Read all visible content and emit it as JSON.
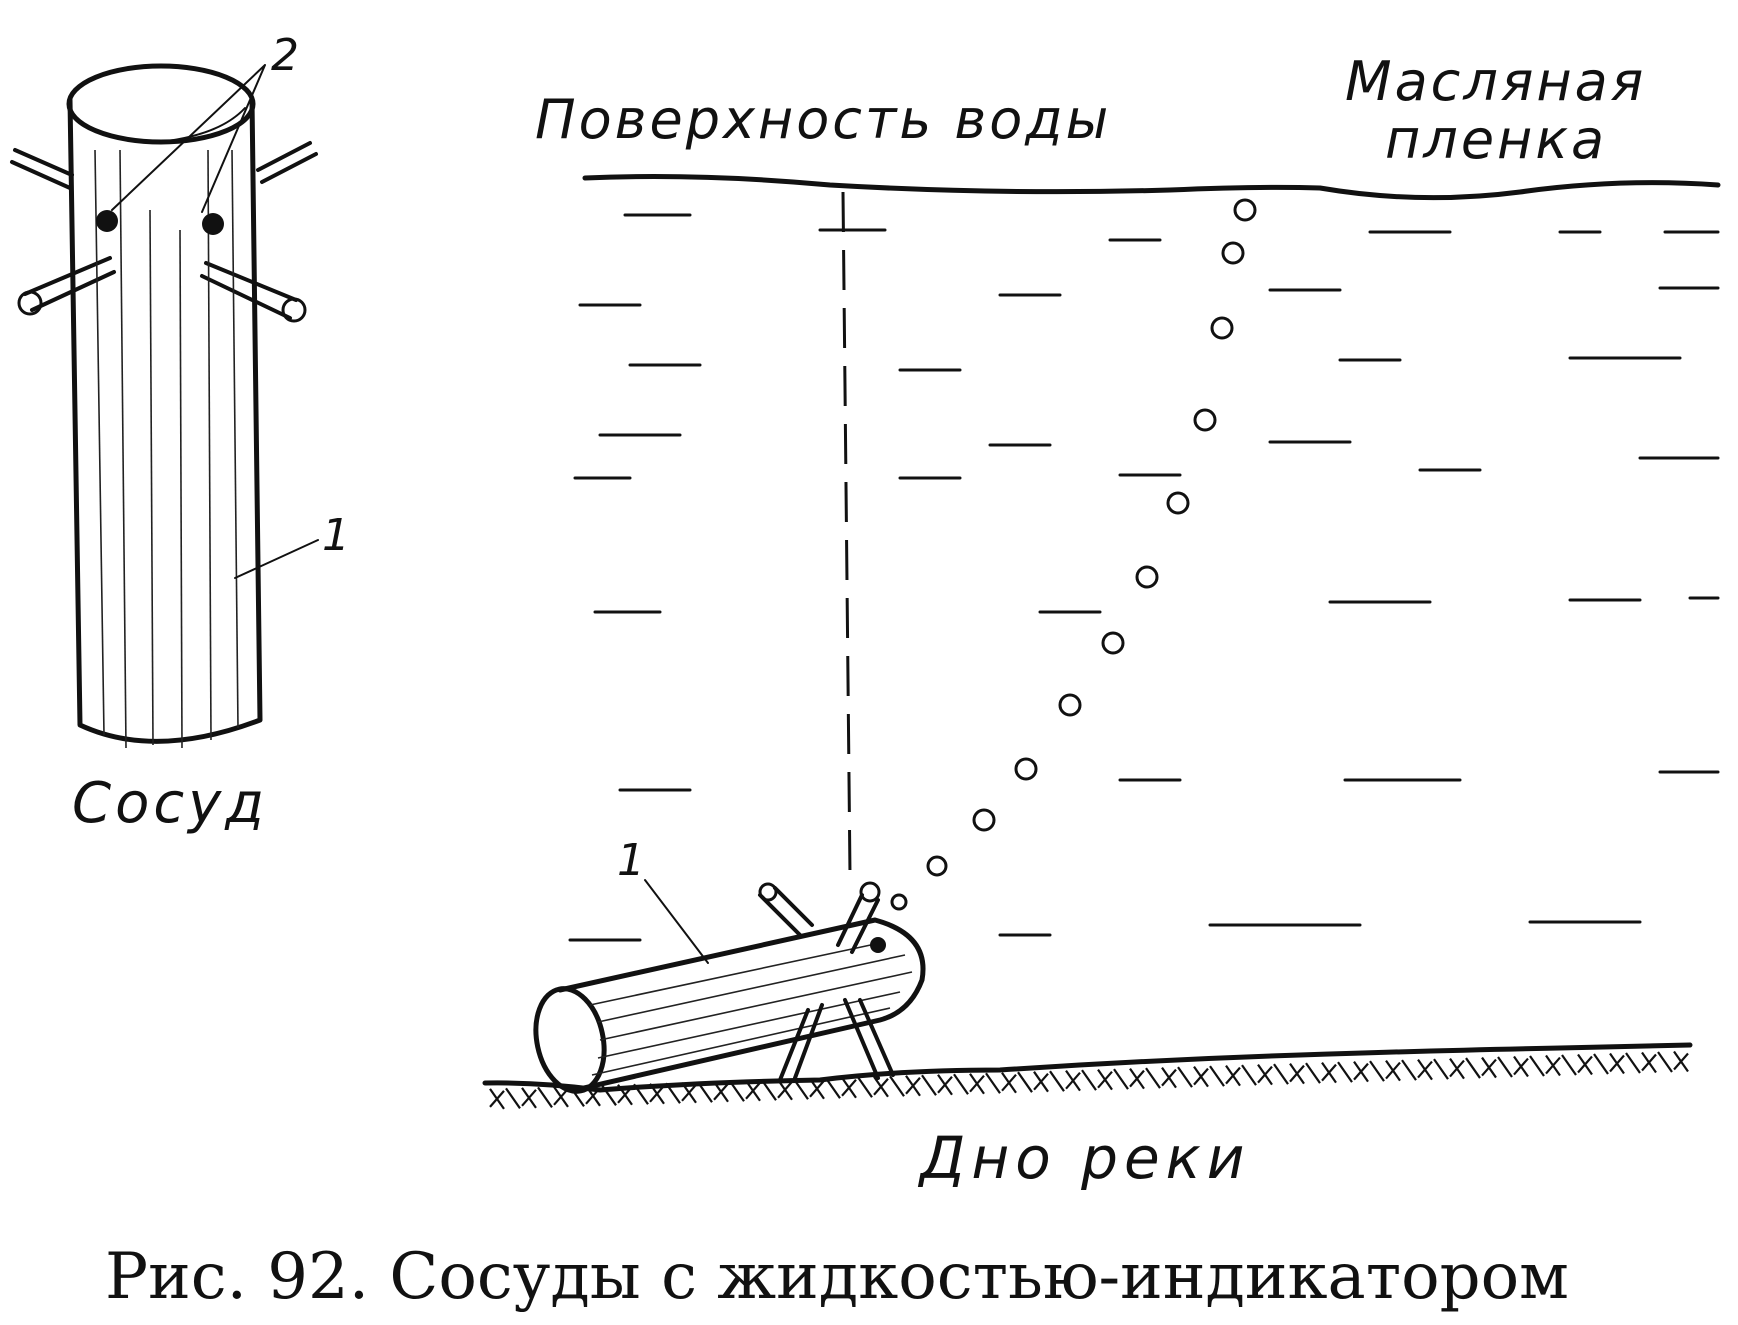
{
  "figure": {
    "caption": "Рис. 92. Сосуды с жидкостью-индикатором"
  },
  "labels": {
    "vessel": "Сосуд",
    "water_surface": "Поверхность воды",
    "oil_film_line1": "Масляная",
    "oil_film_line2": "пленка",
    "river_bottom": "Дно реки",
    "marker_1_upright": "1",
    "marker_2": "2",
    "marker_1_lying": "1"
  }
}
